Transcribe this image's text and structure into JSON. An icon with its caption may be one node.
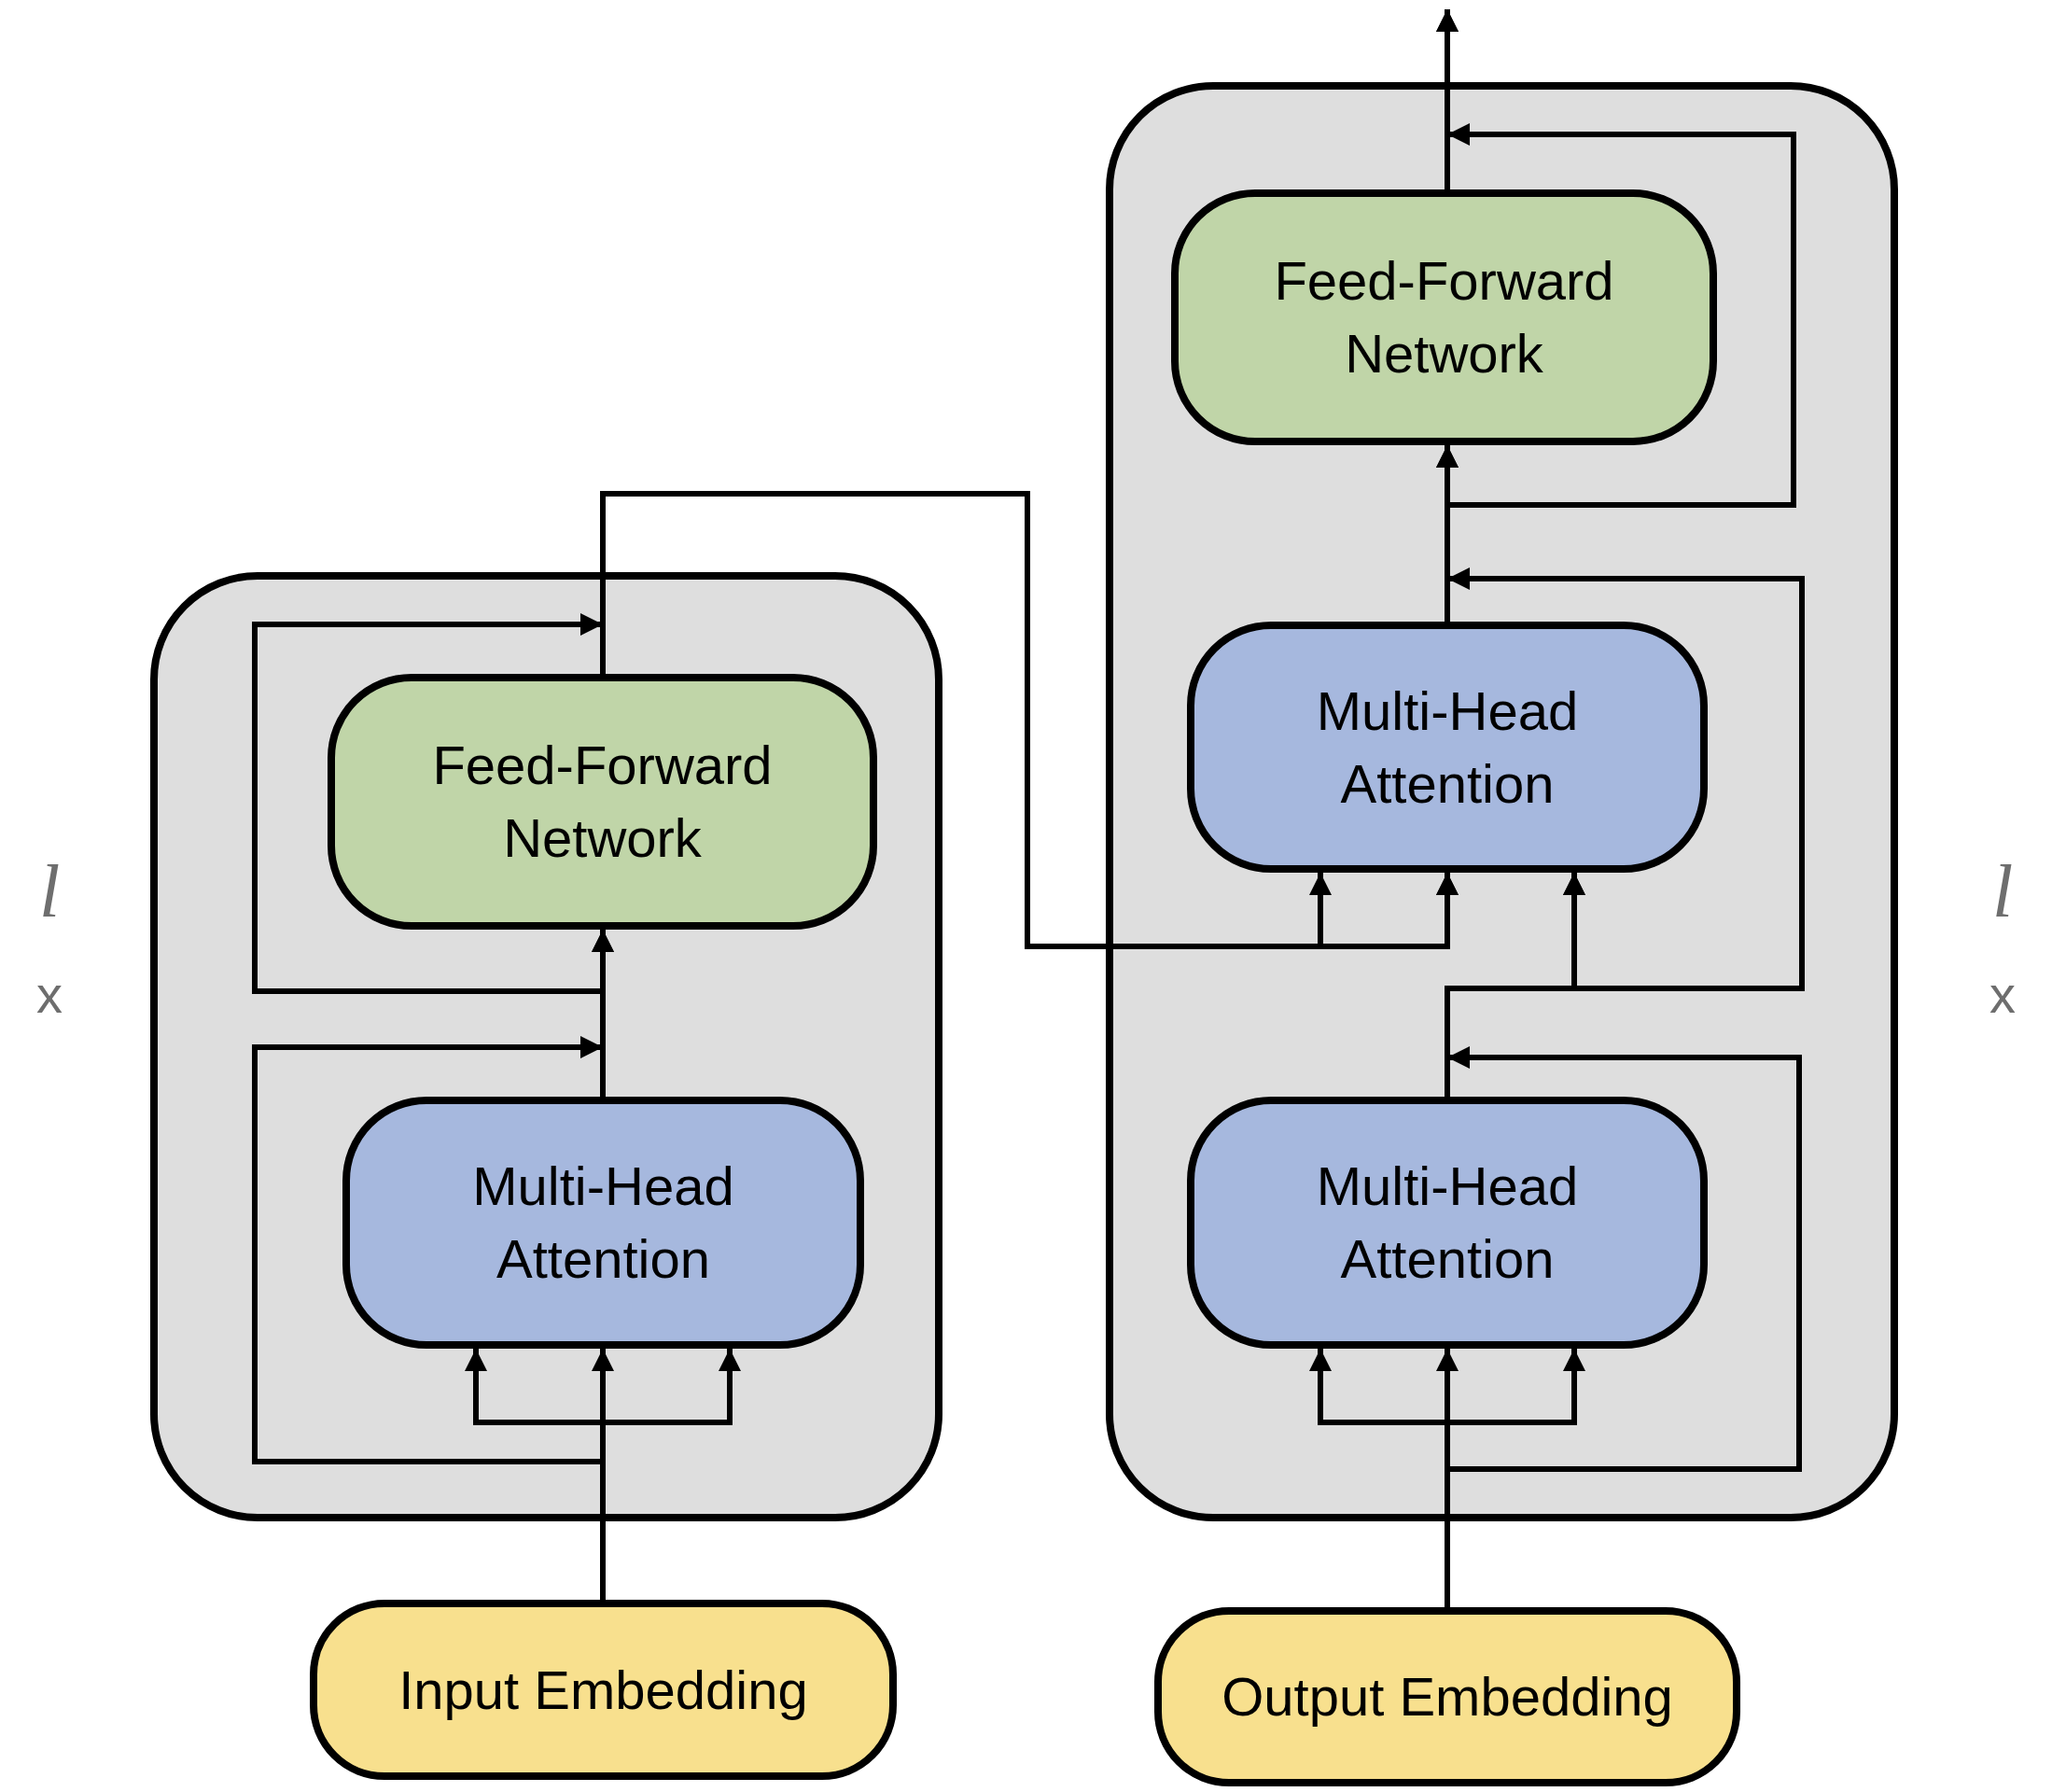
{
  "diagram": {
    "nodes": [
      {
        "text": [],
        "shape": "box"
      },
      {
        "text": [
          "Feed-Forward Network"
        ],
        "in": 0
      },
      {
        "text": [
          "Multi-Head Attention"
        ],
        "in": 0
      },
      {
        "text": [],
        "shape": "box"
      },
      {
        "text": [
          "Feed-Forward Network"
        ],
        "in": 3
      },
      {
        "text": [
          "Multi-Head Attention"
        ],
        "in": 3
      },
      {
        "text": [
          "Multi-Head Attention"
        ],
        "in": 3
      },
      {
        "text": [
          "Input Embedding"
        ]
      },
      {
        "text": [
          "Output Embedding"
        ]
      }
    ],
    "edges": [
      {
        "from": 7,
        "to": 2,
        "arrow": "to"
      },
      {
        "from": 7,
        "to": 2,
        "arrow": "to"
      },
      {
        "from": 7,
        "to": 2,
        "arrow": "to"
      },
      {
        "from": 7,
        "to": 1,
        "arrow": "to"
      },
      {
        "from": 2,
        "to": 1,
        "arrow": "to"
      },
      {
        "from": 2,
        "to": 5,
        "arrow": "to"
      },
      {
        "from": 1,
        "to": 5,
        "arrow": "to"
      },
      {
        "from": 1,
        "to": 5,
        "arrow": "to"
      },
      {
        "from": 8,
        "to": 6,
        "arrow": "to"
      },
      {
        "from": 8,
        "to": 6,
        "arrow": "to"
      },
      {
        "from": 8,
        "to": 6,
        "arrow": "to"
      },
      {
        "from": 8,
        "to": 5,
        "arrow": "to"
      },
      {
        "from": 6,
        "to": 5,
        "arrow": "to"
      },
      {
        "from": 6,
        "to": 4,
        "arrow": "to"
      },
      {
        "from": 5,
        "to": 4,
        "arrow": "to"
      },
      {
        "from": 5,
        "to": null,
        "arrow": "to"
      },
      {
        "from": 4,
        "to": null,
        "arrow": "to"
      }
    ],
    "labels": [
      "l",
      "x",
      "l",
      "x"
    ]
  }
}
